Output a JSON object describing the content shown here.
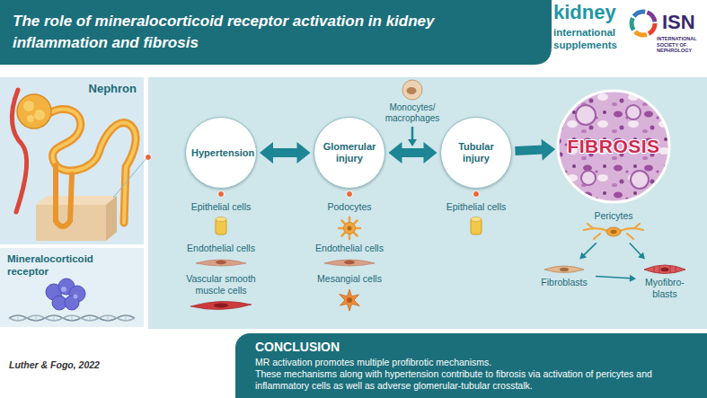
{
  "diagram": {
    "title": "The role of mineralocorticoid receptor activation in kidney inflammation and fibrosis",
    "caption": "Luther & Fogo, 2022",
    "nodes": [
      {
        "text": [
          "Nephron"
        ]
      },
      {
        "text": [
          "Mineralocorticoid receptor"
        ]
      },
      {
        "text": [
          "Hypertension"
        ]
      },
      {
        "text": [
          "Glomerular injury"
        ]
      },
      {
        "text": [
          "Monocytes/ macrophages"
        ]
      },
      {
        "text": [
          "Tubular injury"
        ]
      },
      {
        "text": [
          "FIBROSIS"
        ]
      },
      {
        "text": [
          "Pericytes"
        ]
      },
      {
        "text": [
          "Fibroblasts"
        ]
      },
      {
        "text": [
          "Myofibro- blasts"
        ]
      },
      {
        "text": [
          "CONCLUSION",
          "MR activation promotes multiple profibrotic mechanisms.",
          "These mechanisms along with hypertension contribute to fibrosis via activation of pericytes and inflammatory cells as well as adverse glomerular-tubular crosstalk."
        ]
      }
    ],
    "edges": [
      {
        "from": 2,
        "to": 3,
        "arrow": "both"
      },
      {
        "from": 3,
        "to": 5,
        "arrow": "both"
      },
      {
        "from": 5,
        "to": 6,
        "arrow": "to"
      },
      {
        "from": 7,
        "to": 8,
        "arrow": "to"
      },
      {
        "from": 7,
        "to": 9,
        "arrow": "to"
      },
      {
        "from": 8,
        "to": 9,
        "arrow": "to"
      }
    ],
    "labels": [
      "kidney",
      "international",
      "supplements",
      "ISN",
      "INTERNATIONAL SOCIETY OF NEPHROLOGY",
      "Epithelial cells",
      "Endothelial cells",
      "Vascular smooth muscle cells",
      "Podocytes",
      "Endothelial cells",
      "Mesangial cells",
      "Epithelial cells"
    ]
  }
}
